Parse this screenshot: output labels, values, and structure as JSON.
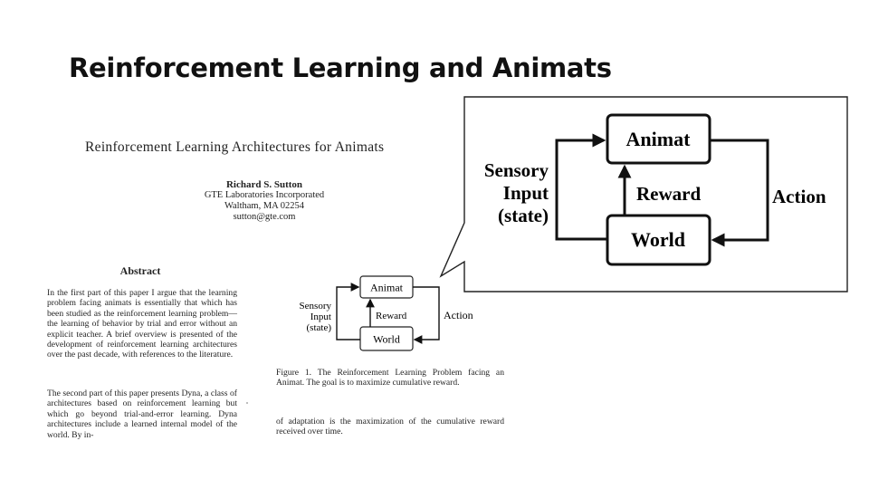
{
  "slide": {
    "title": "Reinforcement Learning and Animats"
  },
  "paper": {
    "title": "Reinforcement Learning Architectures for Animats",
    "author": "Richard S. Sutton",
    "affiliation": "GTE Laboratories Incorporated",
    "address": "Waltham, MA 02254",
    "email": "sutton@gte.com",
    "abstract_heading": "Abstract",
    "abstract_p1": "In the first part of this paper I argue that the learning problem facing animats is essentially that which has been studied as the reinforcement learning problem—the learning of behavior by trial and error without an explicit teacher. A brief overview is presented of the development of reinforcement learning architectures over the past decade, with references to the literature.",
    "abstract_p2": "The second part of this paper presents Dyna, a class of architectures based on reinforcement learning but which go beyond trial-and-error learning. Dyna architectures include a learned internal model of the world. By in-",
    "figure_caption": "Figure 1. The Reinforcement Learning Problem facing an Animat. The goal is to maximize cumulative reward.",
    "body_tail": "of adaptation is the maximization of the cumulative reward received over time."
  },
  "diagram": {
    "agent": "Animat",
    "environment": "World",
    "reward": "Reward",
    "action": "Action",
    "sensory_line1": "Sensory",
    "sensory_line2": "Input",
    "sensory_line3": "(state)"
  },
  "zoom_diagram": {
    "agent": "Animat",
    "environment": "World",
    "reward": "Reward",
    "action": "Action",
    "sensory_line1": "Sensory",
    "sensory_line2": "Input",
    "sensory_line3": "(state)"
  }
}
